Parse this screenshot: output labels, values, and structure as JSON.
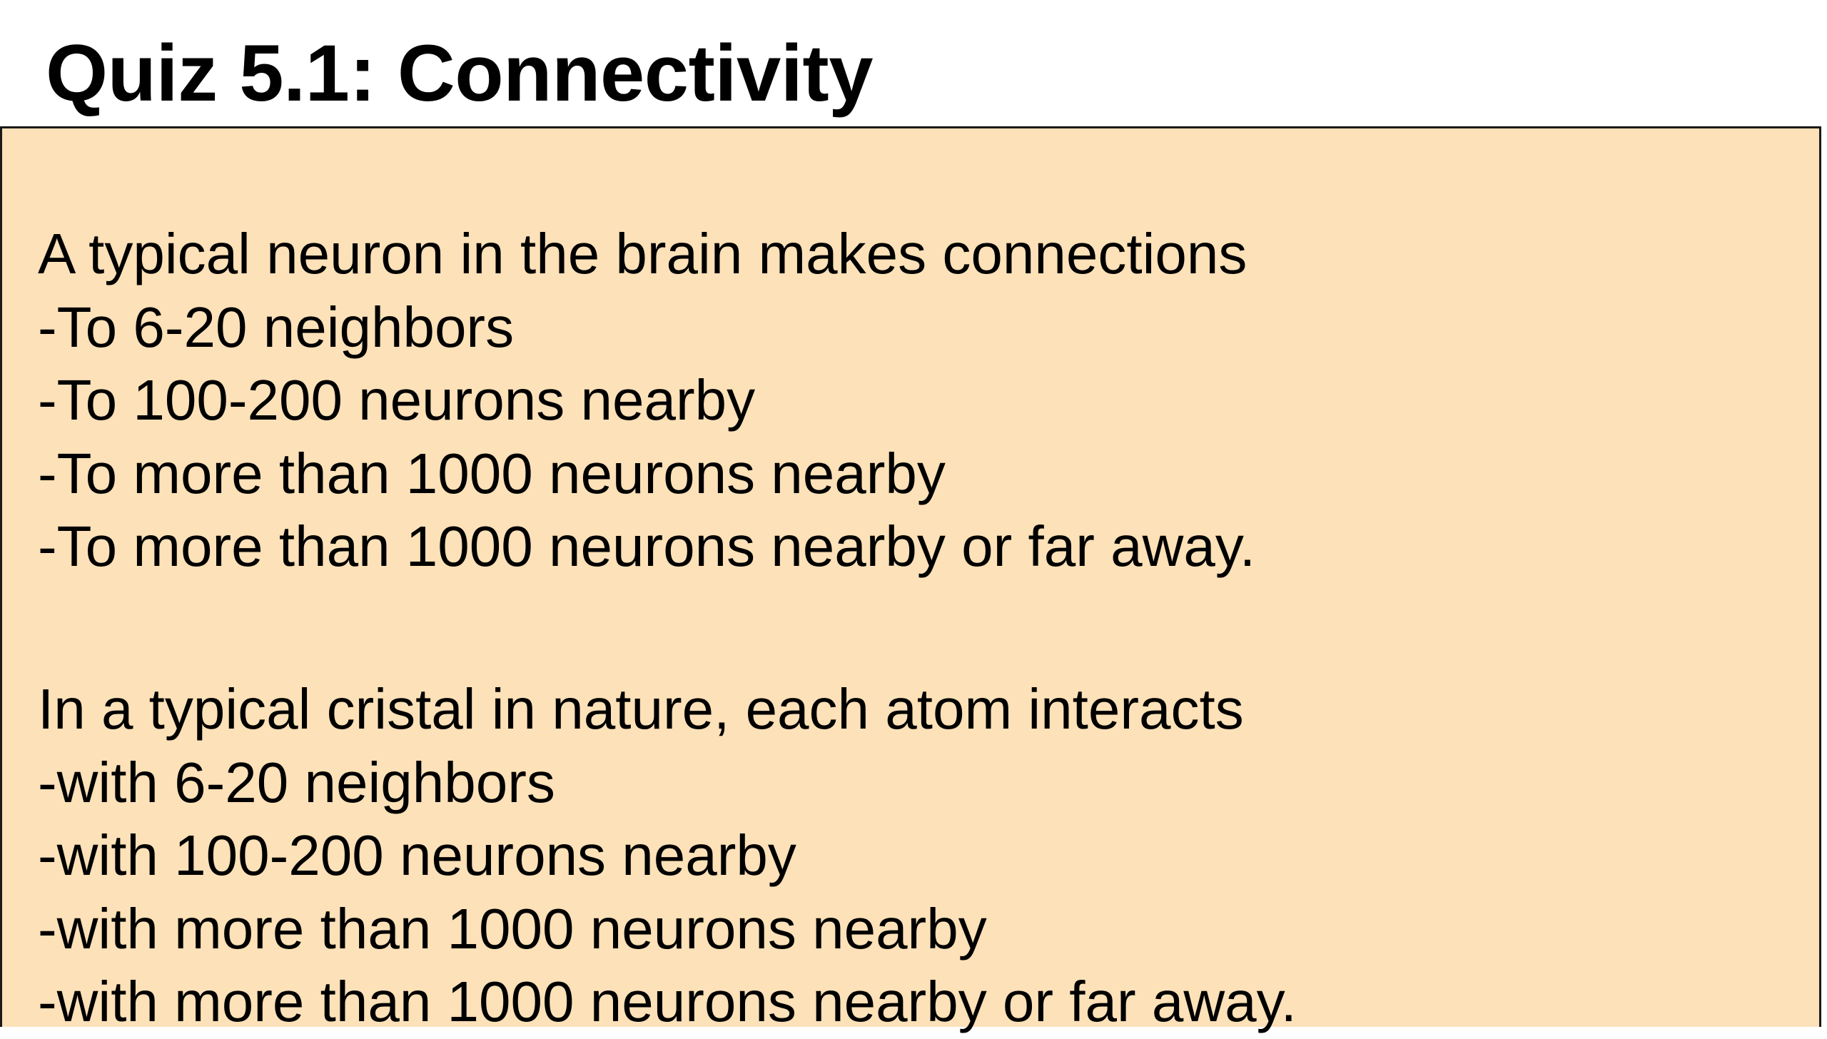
{
  "title": "Quiz 5.1: Connectivity",
  "questions": [
    {
      "prompt": "A typical neuron in the brain makes connections",
      "options": [
        "-To 6-20 neighbors",
        "-To 100-200 neurons nearby",
        "-To more than 1000 neurons nearby",
        "-To more than 1000 neurons nearby or far away."
      ]
    },
    {
      "prompt": "In a typical cristal in nature, each atom interacts",
      "options": [
        "-with 6-20 neighbors",
        "-with 100-200 neurons nearby",
        "-with more than 1000 neurons nearby",
        "-with more than 1000 neurons nearby or far away."
      ]
    }
  ],
  "colors": {
    "box_background": "#fde1b8",
    "box_border": "#1a1a1a",
    "text": "#000000"
  }
}
